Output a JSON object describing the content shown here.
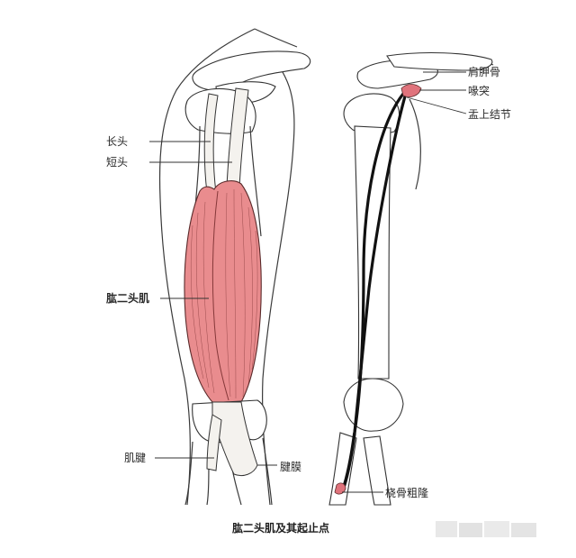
{
  "figure": {
    "caption": "肱二头肌及其起止点",
    "left_labels": {
      "long_head": "长头",
      "short_head": "短头",
      "biceps": "肱二头肌",
      "tendon": "肌腱",
      "aponeurosis": "腱膜"
    },
    "right_labels": {
      "scapula": "肩胛骨",
      "coracoid": "喙突",
      "supraglenoid": "盂上结节",
      "radial_tuberosity": "桡骨粗隆"
    },
    "colors": {
      "muscle": "#e98c8e",
      "attachment_highlight": "#e0737c",
      "line": "#333333"
    }
  }
}
